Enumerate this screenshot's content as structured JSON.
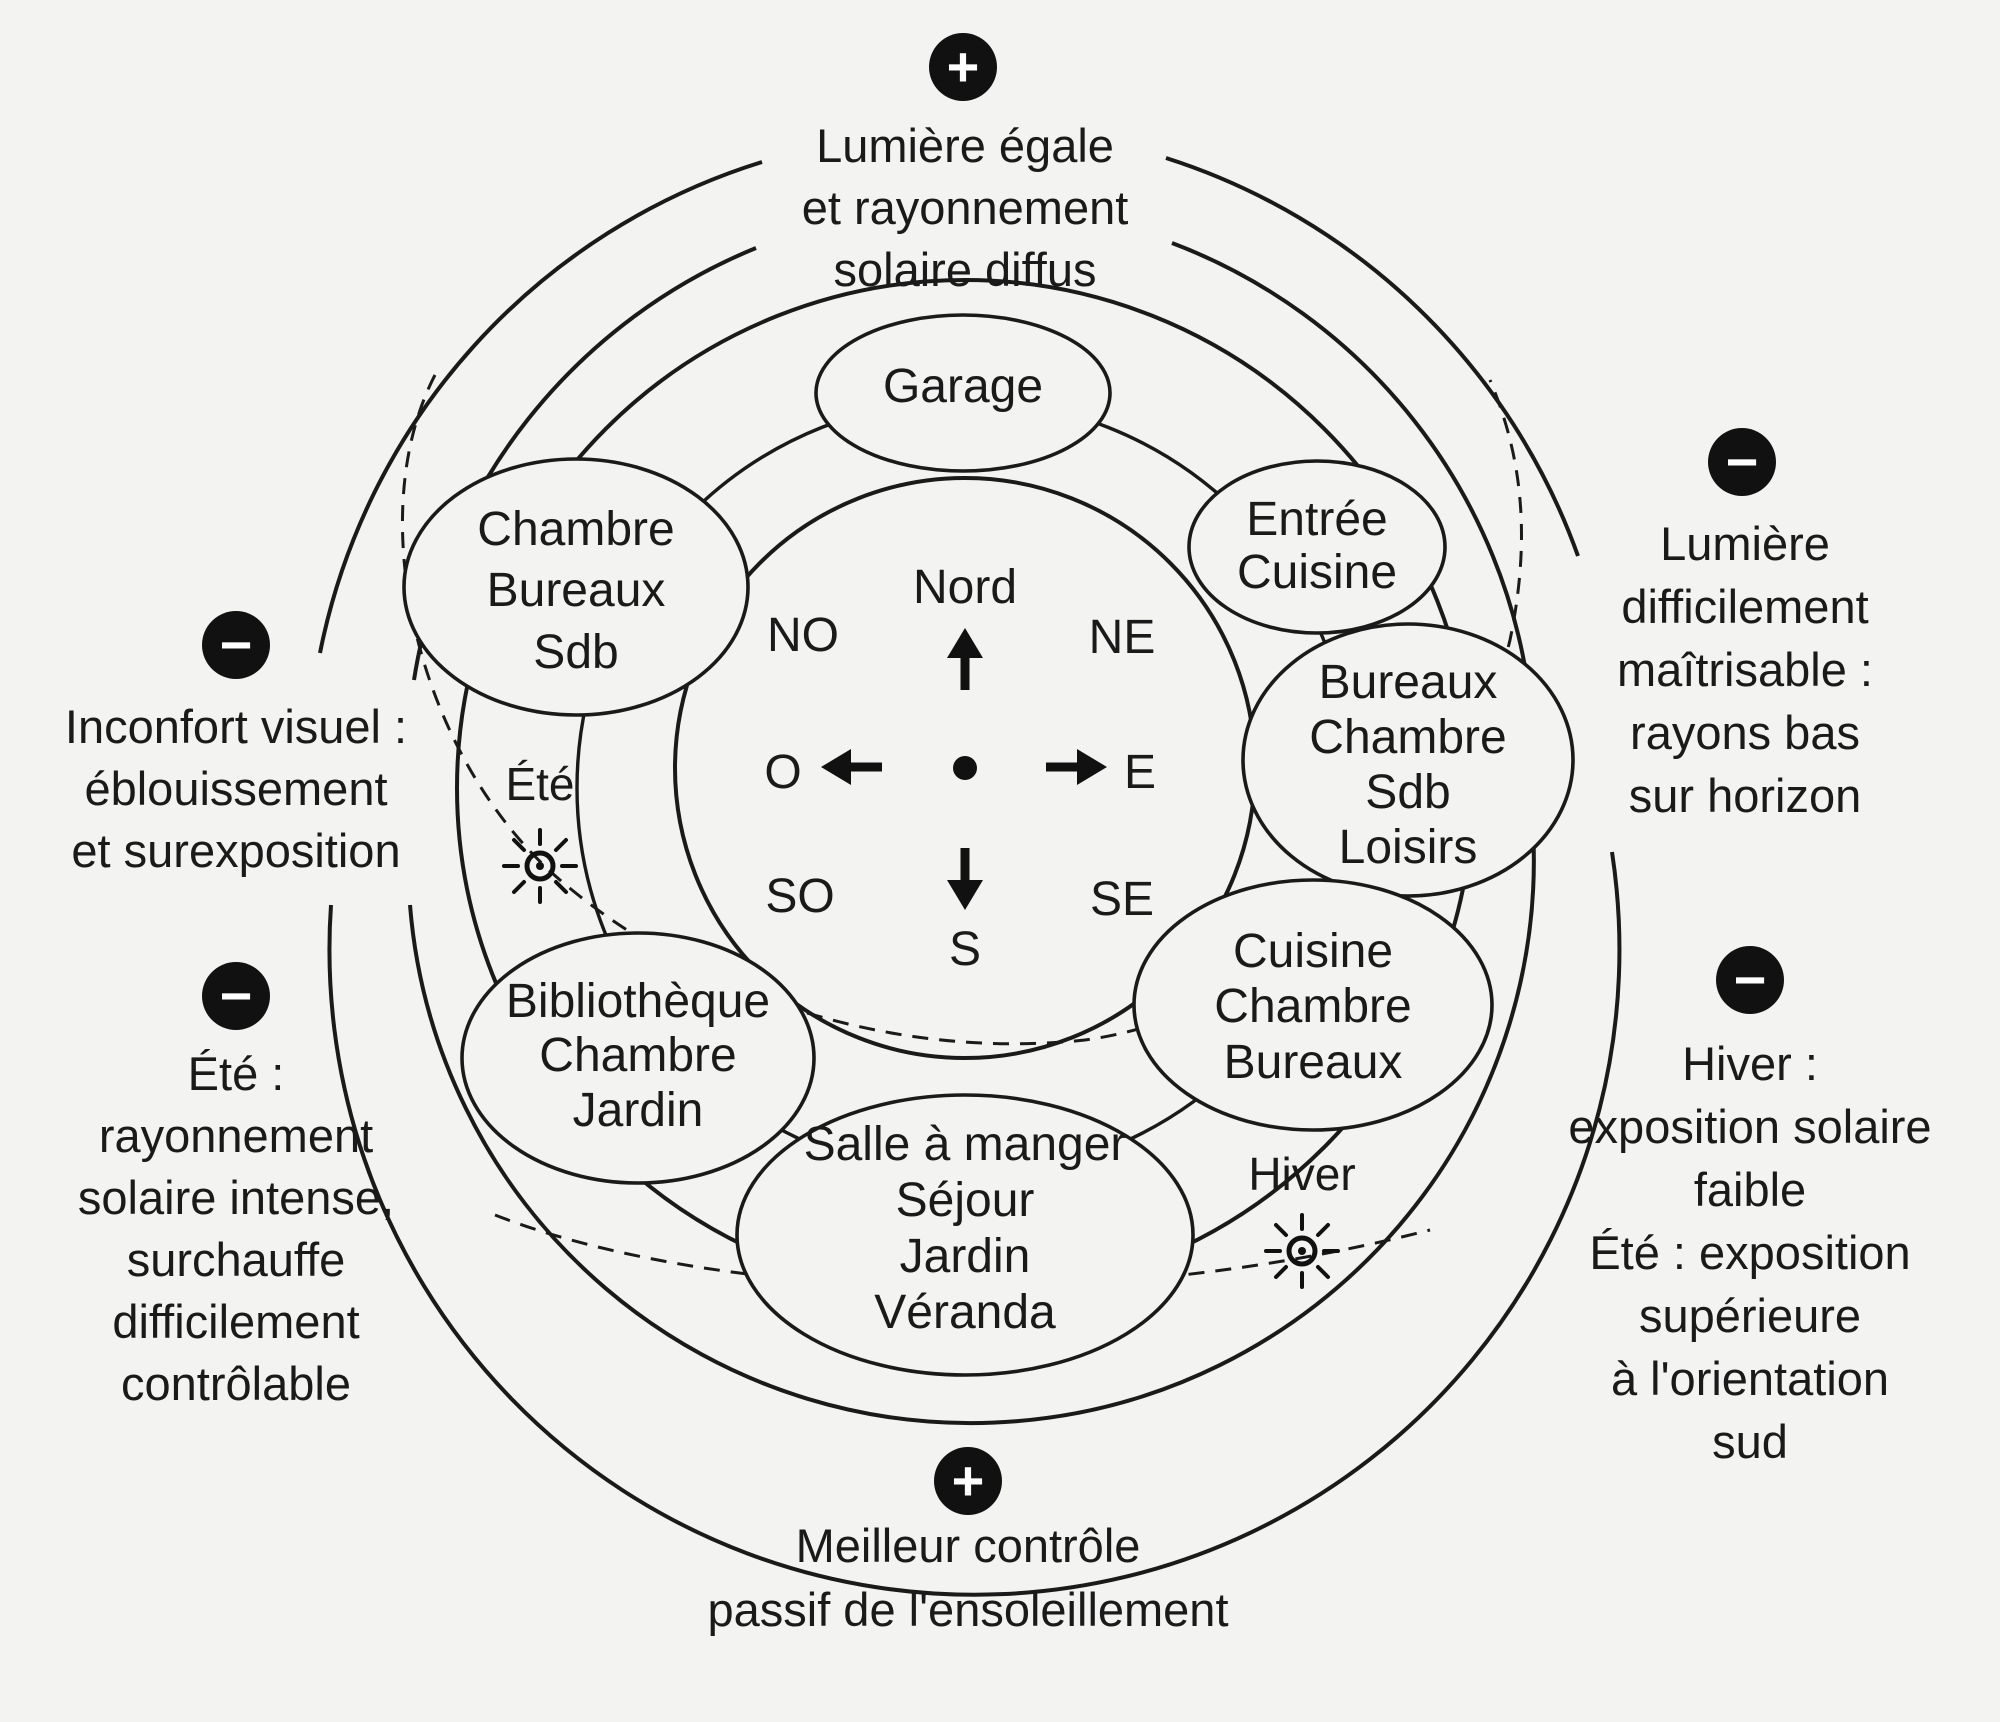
{
  "compass": {
    "nord": "Nord",
    "no": "NO",
    "ne": "NE",
    "o": "O",
    "e": "E",
    "so": "SO",
    "se": "SE",
    "s": "S"
  },
  "rooms": {
    "nord": [
      "Garage"
    ],
    "nord_ouest": [
      "Chambre",
      "Bureaux",
      "Sdb"
    ],
    "nord_est": [
      "Entrée",
      "Cuisine"
    ],
    "est": [
      "Bureaux",
      "Chambre",
      "Sdb",
      "Loisirs"
    ],
    "sud_est": [
      "Cuisine",
      "Chambre",
      "Bureaux"
    ],
    "sud": [
      "Salle à manger",
      "Séjour",
      "Jardin",
      "Véranda"
    ],
    "sud_ouest": [
      "Bibliothèque",
      "Chambre",
      "Jardin"
    ]
  },
  "sun_paths": {
    "summer_label": "Été",
    "winter_label": "Hiver"
  },
  "annotations": {
    "north": {
      "sign": "+",
      "lines": [
        "Lumière égale",
        "et rayonnement",
        "solaire diffus"
      ]
    },
    "east": {
      "sign": "−",
      "lines": [
        "Lumière",
        "difficilement",
        "maîtrisable :",
        "rayons bas",
        "sur horizon"
      ]
    },
    "west": {
      "sign": "−",
      "lines": [
        "Inconfort visuel :",
        "éblouissement",
        "et surexposition"
      ]
    },
    "south_west": {
      "sign": "−",
      "lines": [
        "Été :",
        "rayonnement",
        "solaire intense,",
        "surchauffe",
        "difficilement",
        "contrôlable"
      ]
    },
    "south_east": {
      "sign": "−",
      "lines": [
        "Hiver :",
        "exposition solaire",
        "faible",
        "Été : exposition",
        "supérieure",
        "à l'orientation",
        "sud"
      ]
    },
    "south": {
      "sign": "+",
      "lines": [
        "Meilleur contrôle",
        "passif de l'ensoleillement"
      ]
    }
  },
  "colors": {
    "ink": "#1a1a1a",
    "paper": "#f3f3f1"
  }
}
